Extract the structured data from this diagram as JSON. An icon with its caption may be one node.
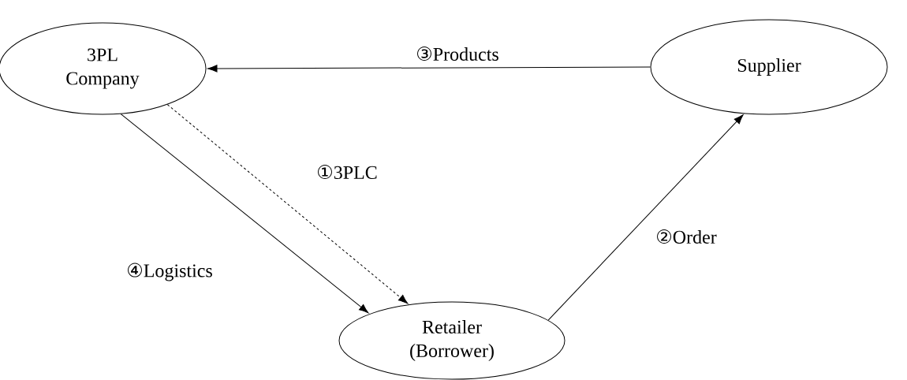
{
  "diagram": {
    "nodes": [
      {
        "text": [
          "3PL Company"
        ]
      },
      {
        "text": [
          "Supplier"
        ]
      },
      {
        "text": [
          "Retailer (Borrower)"
        ]
      }
    ],
    "edges": [
      {
        "from": 0,
        "to": 2,
        "arrow": "to",
        "style": "dashed",
        "label": "①3PLC"
      },
      {
        "from": 2,
        "to": 1,
        "arrow": "to",
        "label": "②Order"
      },
      {
        "from": 1,
        "to": 0,
        "arrow": "to",
        "label": "③Products"
      },
      {
        "from": 0,
        "to": 2,
        "arrow": "to",
        "label": "④Logistics"
      }
    ]
  }
}
